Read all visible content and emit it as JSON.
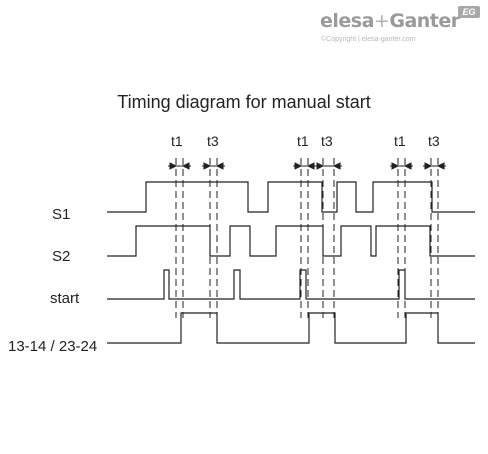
{
  "logo": {
    "brand_a": "elesa",
    "plus": "+",
    "brand_b": "Ganter",
    "badge": "EG",
    "copyright": "©Copyright | elesa-ganter.com"
  },
  "title": "Timing diagram for manual start",
  "signals": {
    "s1": "S1",
    "s2": "S2",
    "start": "start",
    "out": "13-14 / 23-24"
  },
  "markers": [
    {
      "label": "t1"
    },
    {
      "label": "t3"
    },
    {
      "label": "t1"
    },
    {
      "label": "t3"
    },
    {
      "label": "t1"
    },
    {
      "label": "t3"
    }
  ],
  "colors": {
    "line": "#222222",
    "logo": "#9a9a9a"
  }
}
